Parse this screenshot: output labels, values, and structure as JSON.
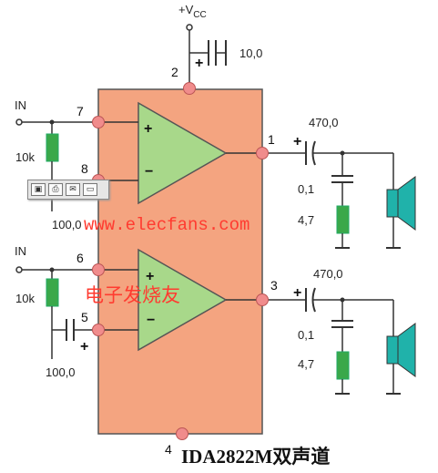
{
  "supply": {
    "label_main": "+V",
    "label_sub": "CC",
    "pin": "2"
  },
  "supply_cap": {
    "value": "10,0",
    "plus": "+"
  },
  "ic": {
    "ground_pin": "4"
  },
  "channel1": {
    "input_label": "IN",
    "input_pin": "7",
    "feedback_pin": "8",
    "output_pin": "1",
    "resistor": "10k",
    "feedback_cap": "100,0",
    "out_cap": "470,0",
    "zobel_cap": "0,1",
    "zobel_res": "4,7"
  },
  "channel2": {
    "input_label": "IN",
    "input_pin": "6",
    "feedback_pin": "5",
    "output_pin": "3",
    "resistor": "10k",
    "feedback_cap": "100,0",
    "out_cap": "470,0",
    "zobel_cap": "0,1",
    "zobel_res": "4,7"
  },
  "opamp": {
    "plus": "+",
    "minus": "−"
  },
  "feedback_cap_plus": "+",
  "watermark_url": "www.elecfans.com",
  "watermark_cn": "电子发烧友",
  "caption": "IDA2822M双声道",
  "colors": {
    "ic_body": "#f4a480",
    "opamp": "#a8d88a",
    "resistor": "#3aa84a",
    "speaker": "#20b2aa",
    "node": "#f08c8c",
    "watermark": "#ff3b30"
  },
  "toolbar": {
    "icons": [
      "save-icon",
      "print-icon",
      "mail-icon",
      "screen-icon"
    ]
  }
}
